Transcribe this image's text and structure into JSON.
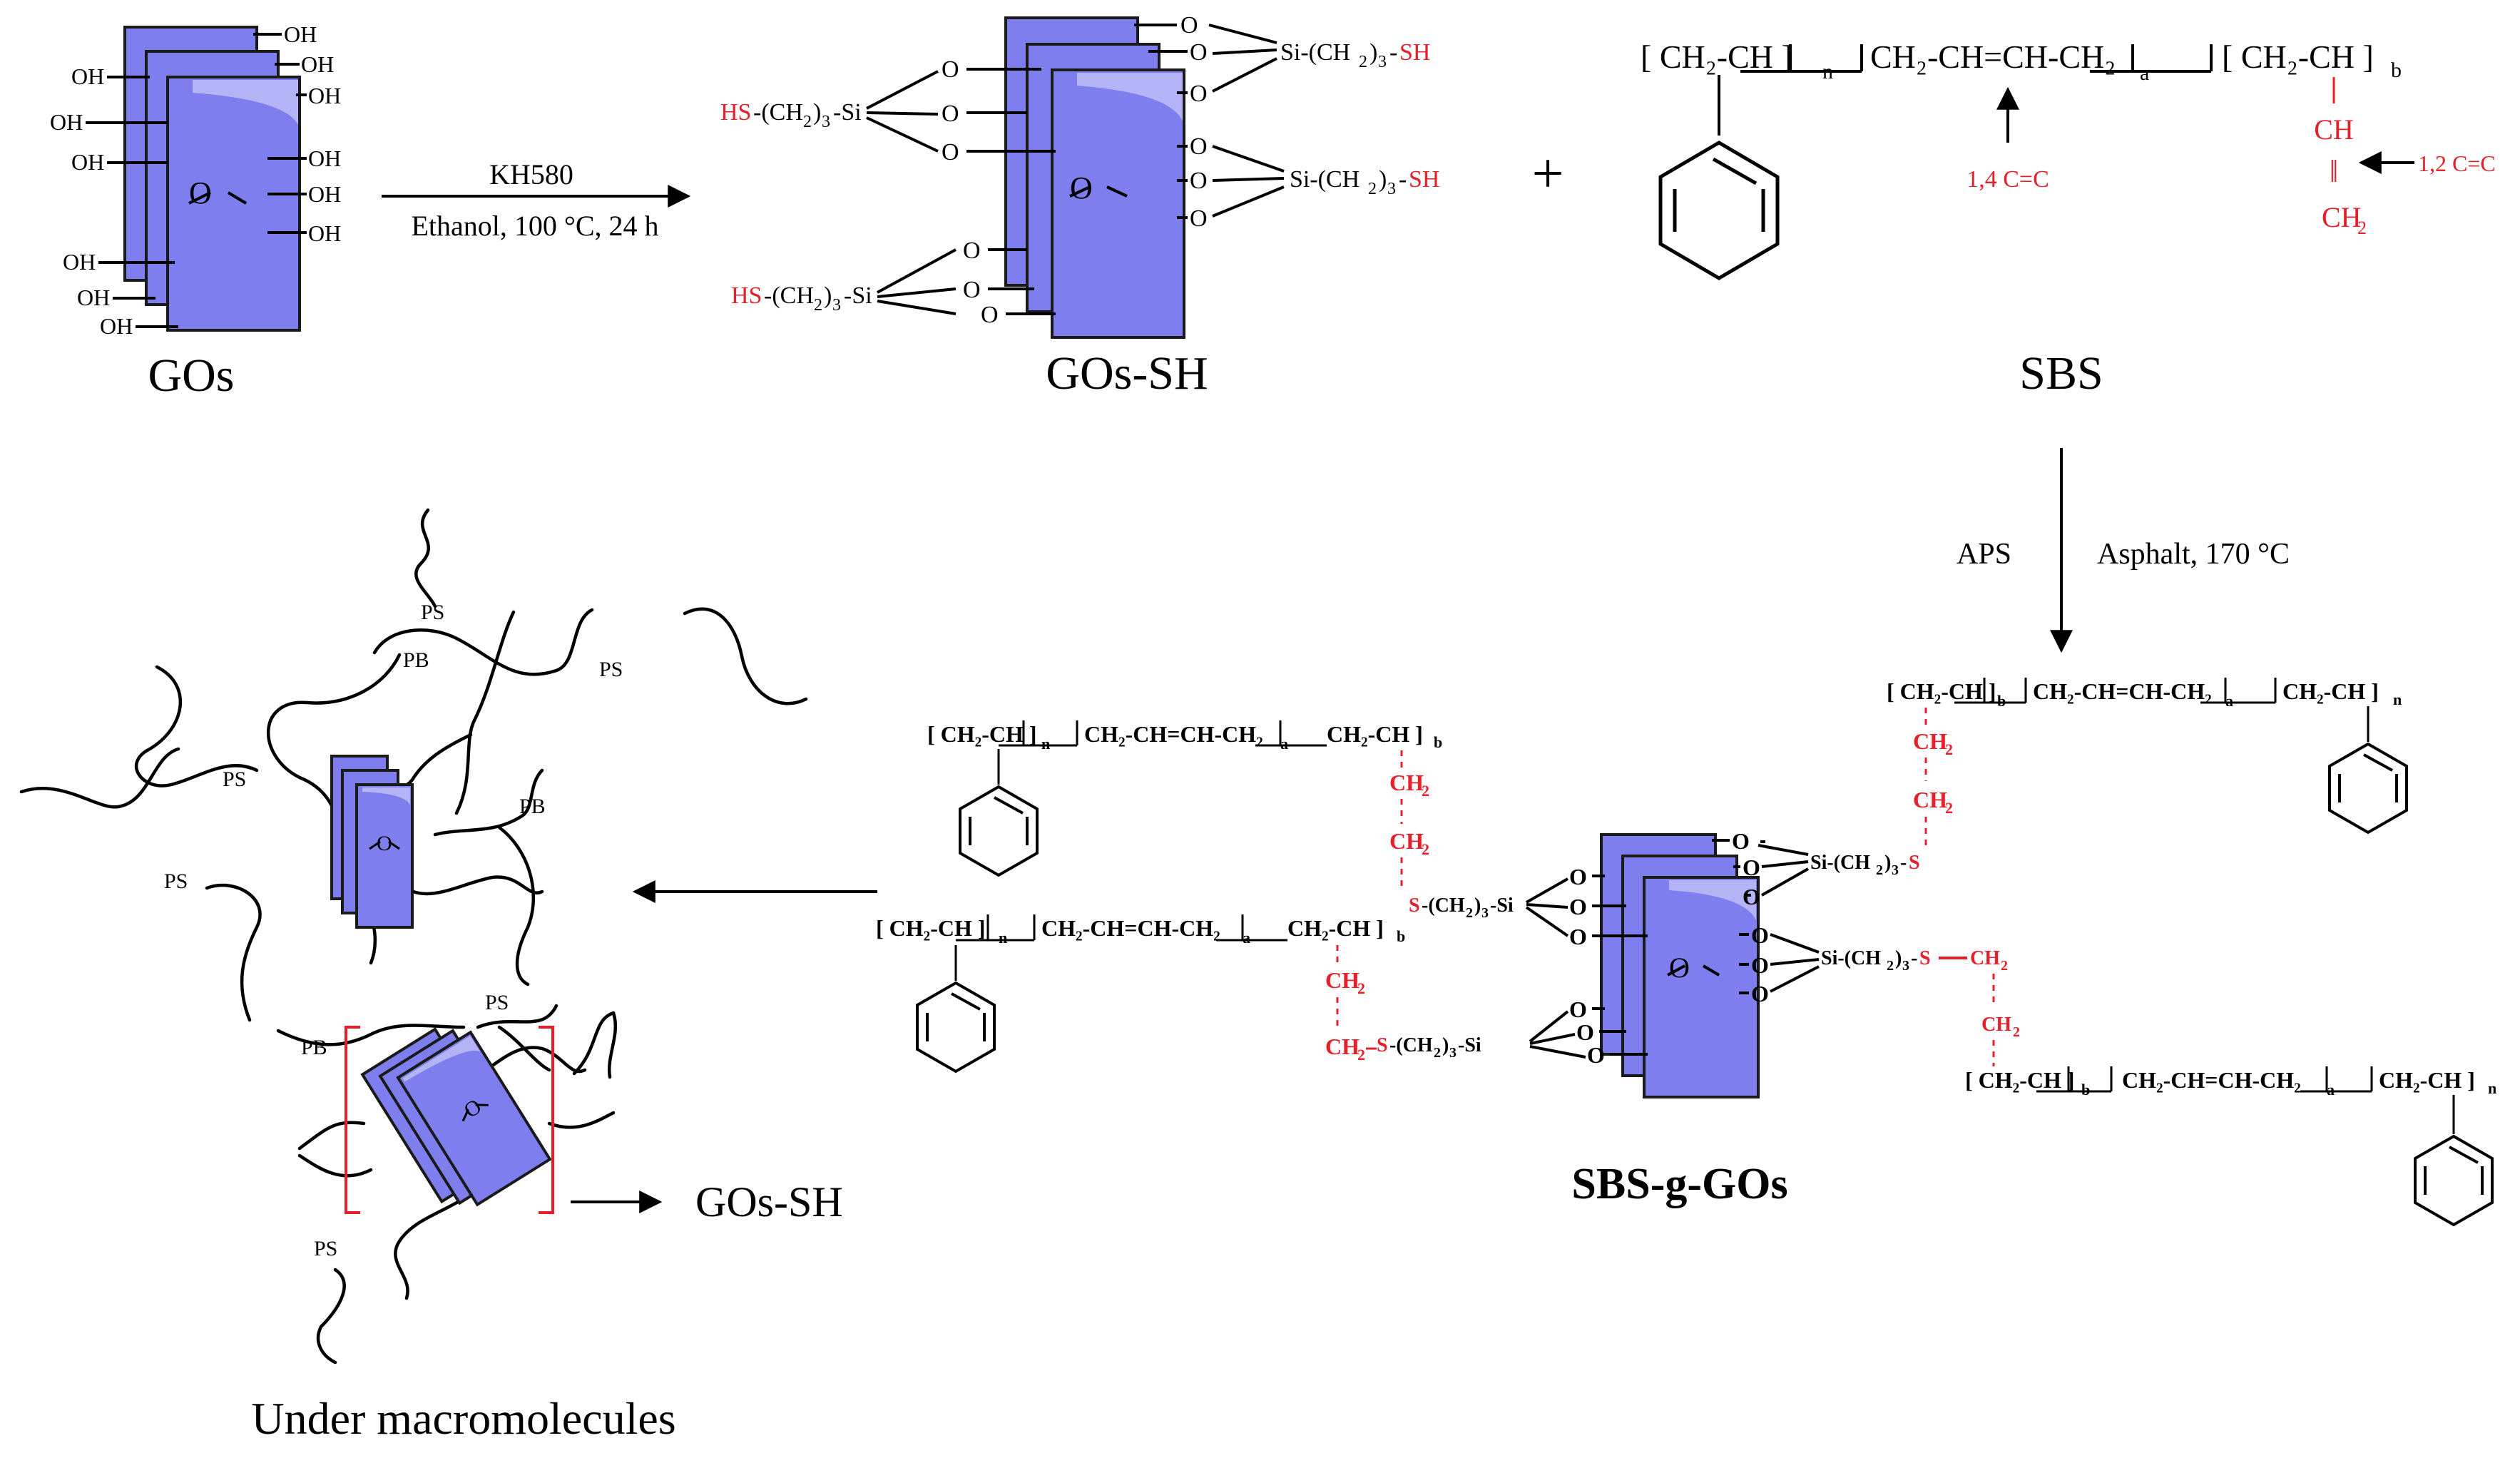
{
  "labels": {
    "gos": "GOs",
    "gos_sh": "GOs-SH",
    "sbs": "SBS",
    "sbs_g_gos": "SBS-g-GOs",
    "gos_sh_note": "GOs-SH",
    "under": "Under macromolecules"
  },
  "reaction1": {
    "reagent": "KH580",
    "conditions": "Ethanol, 100 °C, 24 h"
  },
  "reaction2": {
    "left": "APS",
    "right": "Asphalt, 170 °C"
  },
  "plus": "+",
  "groups": {
    "oh": "OH",
    "o": "O",
    "si_ch2": "Si-(CH",
    "sh": "SH",
    "hs": "HS",
    "s": "S",
    "ch": "CH",
    "ch2": "CH",
    "sub2": "2",
    "sub3": "3",
    "rparen": ")"
  },
  "sbs_chain": {
    "seg1": "[ CH₂-CH ]",
    "n": "n",
    "seg2": "CH₂-CH=CH-CH₂",
    "a": "a",
    "seg3": "[ CH₂-CH ]",
    "b": "b",
    "note14": "1,4 C=C",
    "note12": "1,2 C=C",
    "dbl": "‖"
  },
  "small_chain": {
    "a_seg1": "[ CH₂-CH ]",
    "a_seg2": "CH₂-CH=CH-CH₂",
    "a_seg3": "CH₂-CH ]",
    "sub_n": "n",
    "sub_a": "a",
    "sub_b": "b"
  },
  "blocks": {
    "ps": "PS",
    "pb": "PB"
  }
}
